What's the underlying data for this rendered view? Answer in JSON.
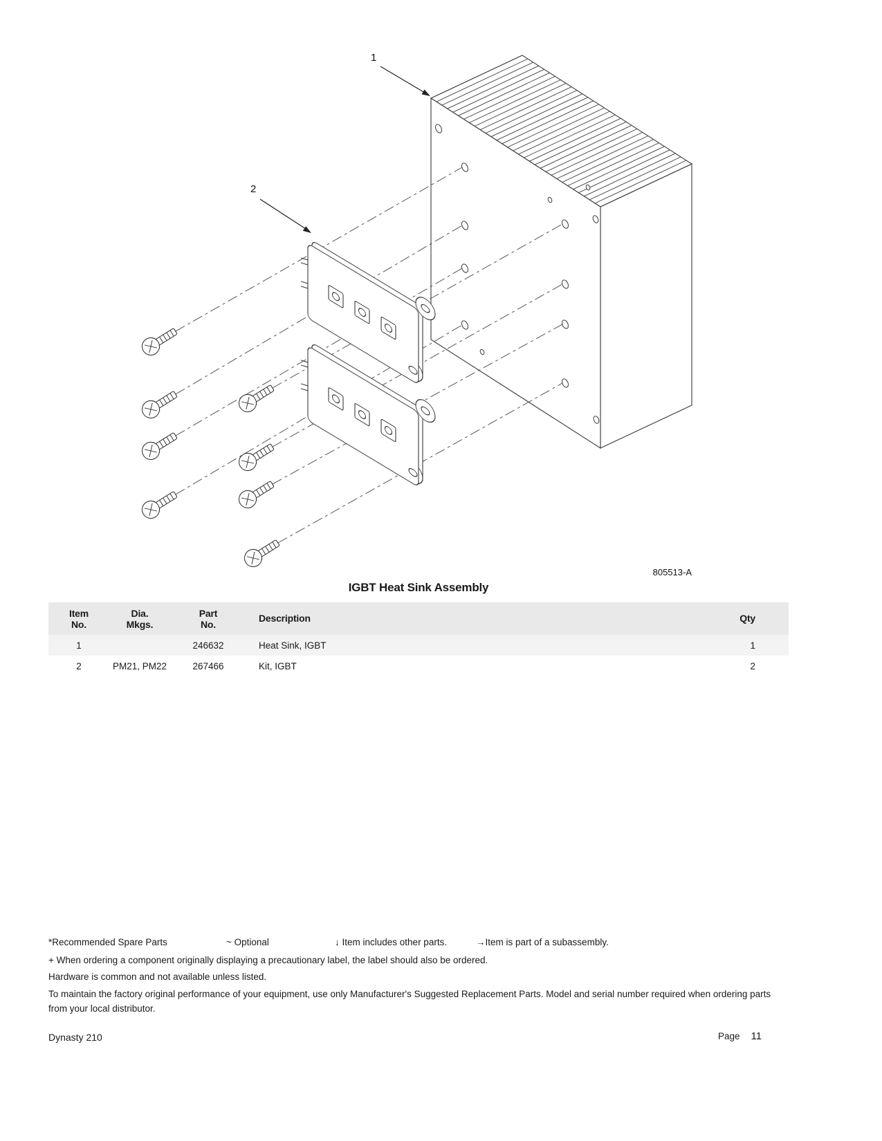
{
  "diagram": {
    "callout_1": "1",
    "callout_2": "2",
    "figure_number": "805513-A",
    "caption": "IGBT Heat Sink Assembly"
  },
  "table": {
    "headers": {
      "item": [
        "Item",
        "No."
      ],
      "dia": [
        "Dia.",
        "Mkgs."
      ],
      "part": [
        "Part",
        "No."
      ],
      "description": "Description",
      "qty": "Qty"
    },
    "rows": [
      {
        "item": "1",
        "dia": "",
        "part": "246632",
        "description": "Heat Sink, IGBT",
        "qty": "1"
      },
      {
        "item": "2",
        "dia": "PM21, PM22",
        "part": "267466",
        "description": "Kit, IGBT",
        "qty": "2"
      }
    ]
  },
  "footnotes": {
    "spare": "*Recommended Spare Parts",
    "optional": "~ Optional",
    "includes": "↓ Item includes other parts.",
    "subassembly": "→Item is part of a subassembly.",
    "label_note": "+ When ordering a component originally displaying a precautionary label, the label should also be ordered.",
    "hardware_note": "Hardware is common and not available unless listed.",
    "maintain_note": "To maintain the factory original performance of your equipment, use only Manufacturer's Suggested Replacement Parts. Model and serial number required when ordering parts from your local distributor."
  },
  "footer": {
    "model": "Dynasty 210",
    "page_label": "Page",
    "page_number": "11"
  }
}
